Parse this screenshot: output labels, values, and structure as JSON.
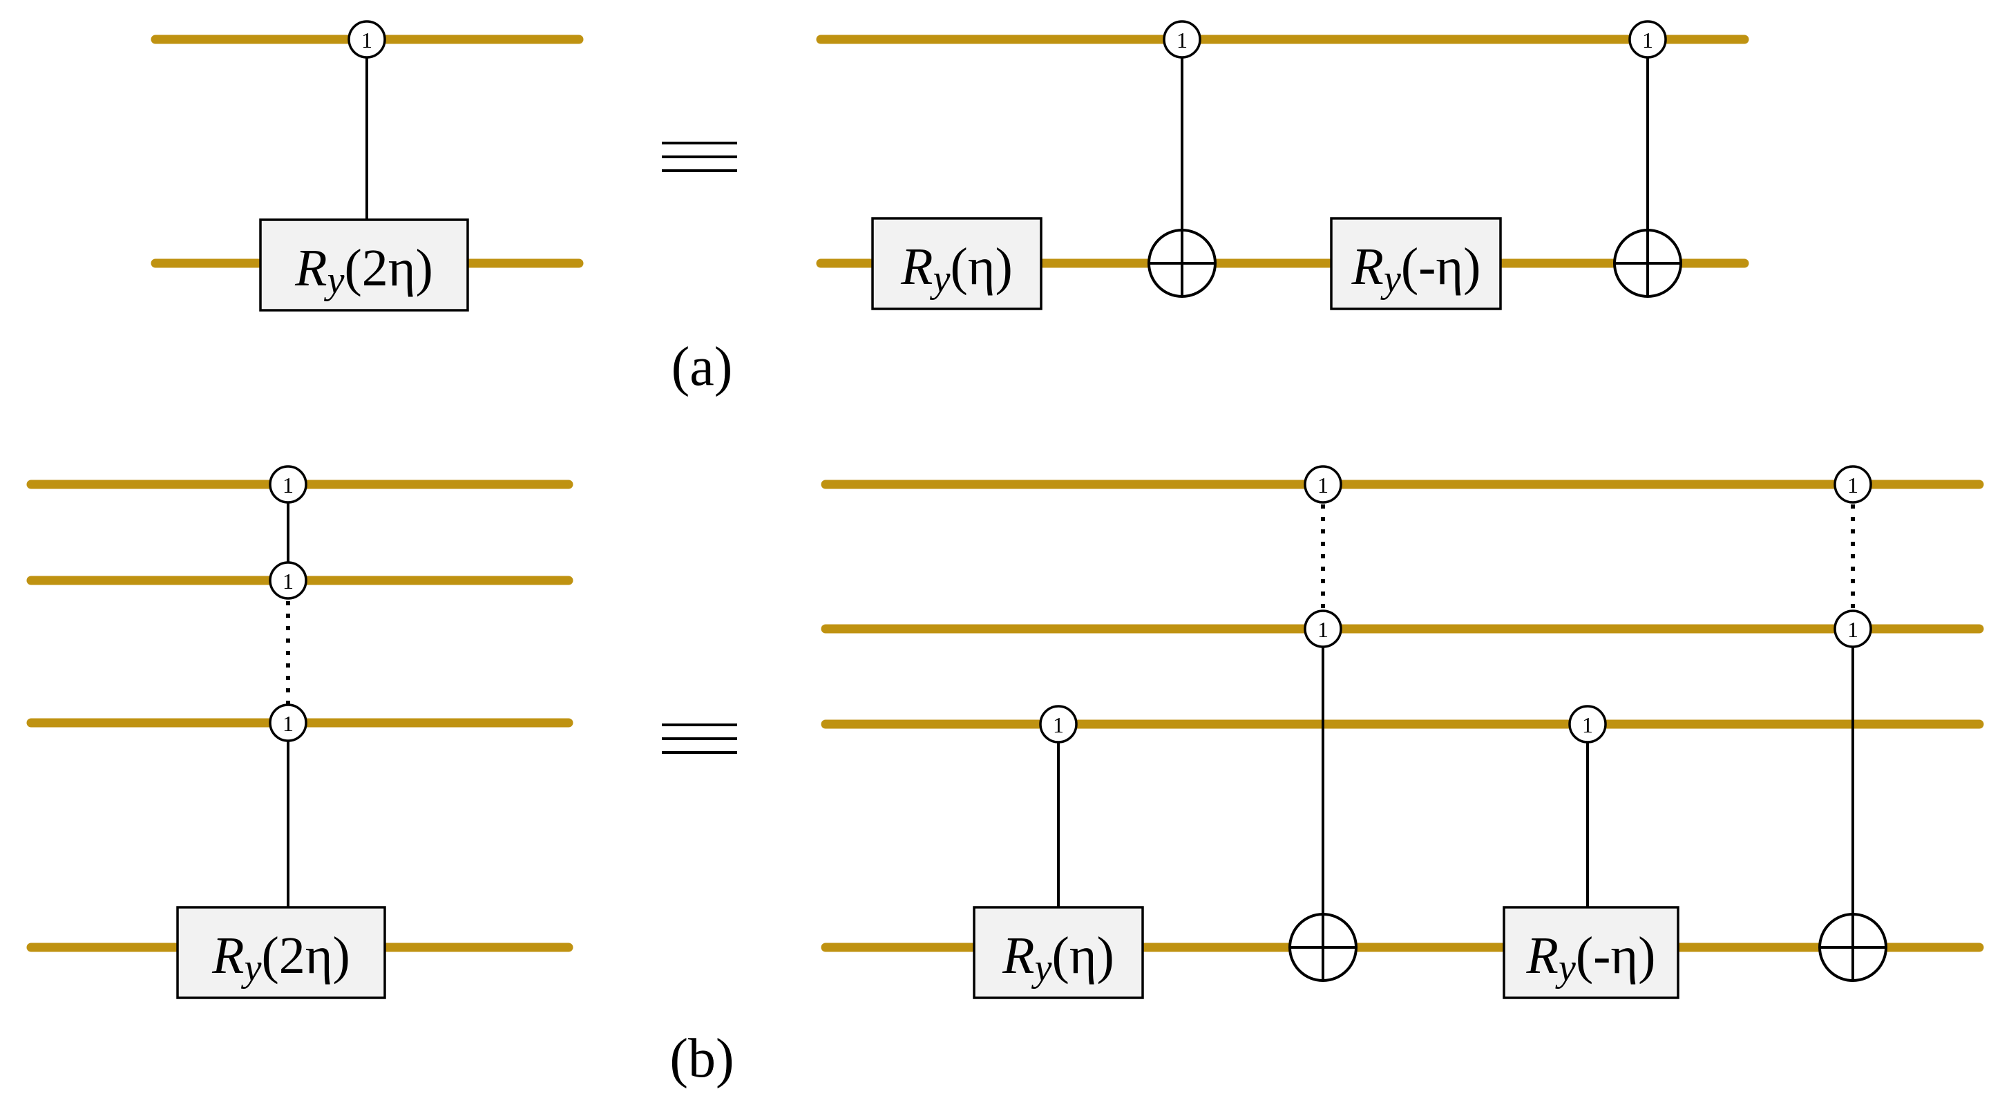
{
  "colors": {
    "wire": "#BF9211",
    "gate_fill": "#F2F2F2",
    "ink": "#000000"
  },
  "control_label": "1",
  "gates": {
    "ry_2eta": {
      "sym": "R",
      "sub": "y",
      "arg": "(2η)"
    },
    "ry_eta": {
      "sym": "R",
      "sub": "y",
      "arg": "(η)"
    },
    "ry_neg_eta": {
      "sym": "R",
      "sub": "y",
      "arg": "(-η)"
    }
  },
  "panels": {
    "a": {
      "label": "(a)"
    },
    "b": {
      "label": "(b)"
    }
  }
}
